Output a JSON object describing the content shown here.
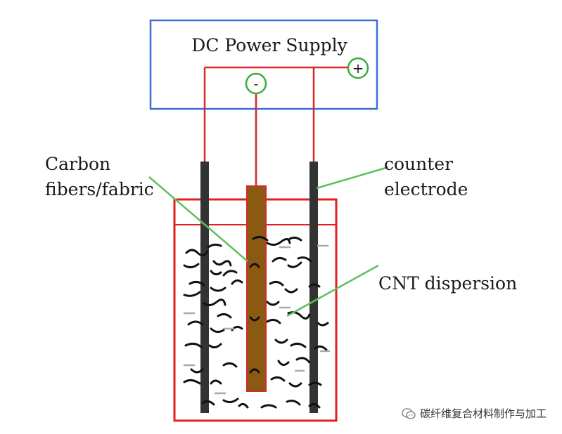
{
  "diagram": {
    "power_supply_label": "DC Power Supply",
    "minus_symbol": "-",
    "plus_symbol": "+",
    "label_carbon_line1": "Carbon",
    "label_carbon_line2": "fibers/fabric",
    "label_counter_line1": "counter",
    "label_counter_line2": "electrode",
    "label_dispersion": "CNT dispersion"
  },
  "colors": {
    "box_blue": "#3a6fd8",
    "wire_red": "#d42a2a",
    "terminal_green": "#3aad3a",
    "pointer_green": "#5cc05c",
    "electrode_dark": "#333333",
    "fiber_brown": "#8a5a12",
    "container_red": "#e02020"
  },
  "watermark": {
    "text": "碳纤维复合材料制作与加工"
  }
}
